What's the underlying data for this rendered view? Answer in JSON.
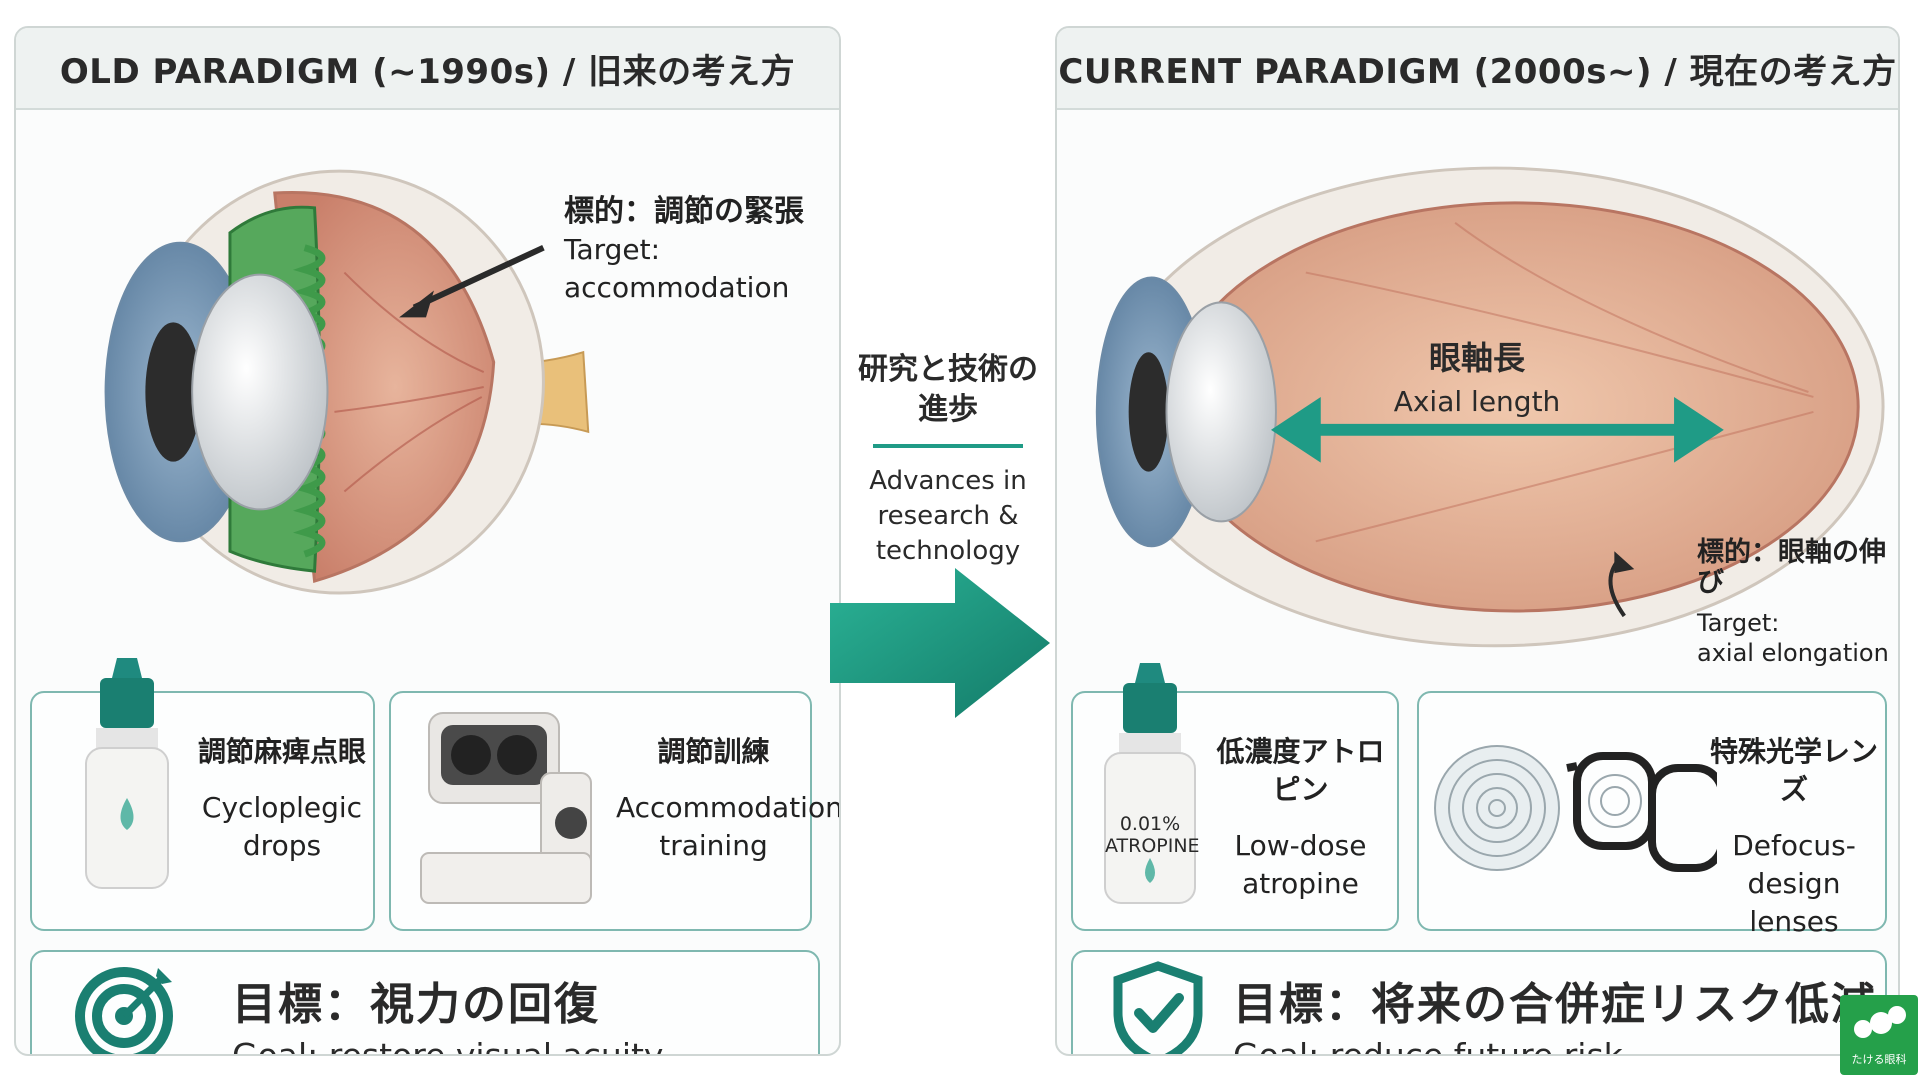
{
  "old": {
    "header": "OLD PARADIGM (~1990s) / 旧来の考え方",
    "target_jp": "標的：調節の緊張",
    "target_en_1": "Target:",
    "target_en_2": "accommodation",
    "card1": {
      "jp": "調節麻痺点眼",
      "en_1": "Cycloplegic",
      "en_2": "drops"
    },
    "card2": {
      "jp": "調節訓練",
      "en_1": "Accommodation",
      "en_2": "training"
    },
    "goal_jp": "目標：視力の回復",
    "goal_en": "Goal: restore visual acuity"
  },
  "middle": {
    "jp_1": "研究と技術の",
    "jp_2": "進歩",
    "en_1": "Advances in",
    "en_2": "research &",
    "en_3": "technology"
  },
  "current": {
    "header": "CURRENT PARADIGM (2000s~) / 現在の考え方",
    "axial_jp": "眼軸長",
    "axial_en": "Axial length",
    "target_jp": "標的：眼軸の伸び",
    "target_en_1": "Target:",
    "target_en_2": "axial elongation",
    "card1": {
      "jp": "低濃度アトロピン",
      "en_1": "Low-dose",
      "en_2": "atropine",
      "bottle_1": "0.01%",
      "bottle_2": "ATROPINE"
    },
    "card2": {
      "jp": "特殊光学レンズ",
      "en_1": "Defocus-design",
      "en_2": "lenses"
    },
    "goal_jp": "目標：将来の合併症リスク低減",
    "goal_en": "Goal: reduce future risk"
  },
  "logo": {
    "text": "たける眼科"
  },
  "colors": {
    "accent": "#1f9b86",
    "teal_dark": "#1a7f71",
    "ciliary_green": "#3f9a4a",
    "card_border": "#7fb8b0",
    "logo_green": "#25a04a"
  }
}
